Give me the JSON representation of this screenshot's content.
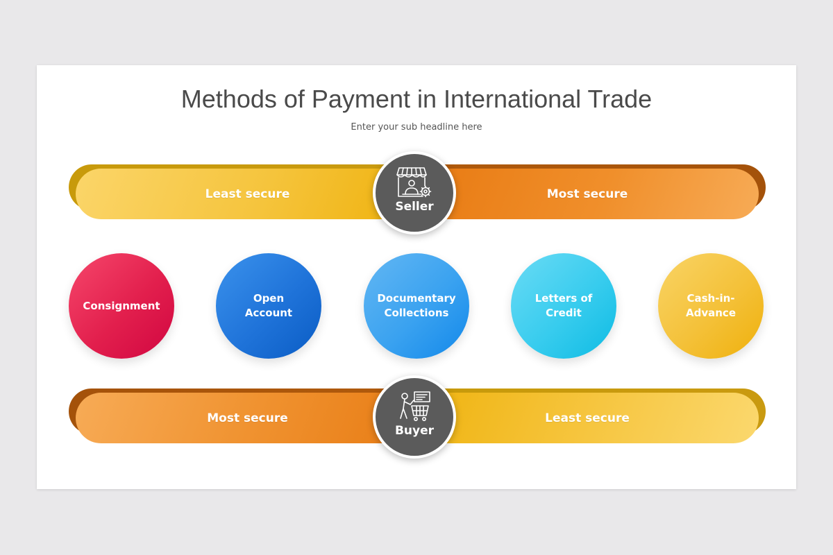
{
  "title": "Methods of Payment in International Trade",
  "subtitle": "Enter your sub headline here",
  "seller_bar": {
    "left_label": "Least secure",
    "right_label": "Most secure",
    "hub_label": "Seller",
    "hub_icon": "storefront-seller-icon"
  },
  "buyer_bar": {
    "left_label": "Most secure",
    "right_label": "Least secure",
    "hub_label": "Buyer",
    "hub_icon": "shopping-cart-buyer-icon"
  },
  "methods": [
    {
      "label": "Consignment",
      "color": "#e21f4d"
    },
    {
      "label": "Open\nAccount",
      "color": "#1f73d9"
    },
    {
      "label": "Documentary\nCollections",
      "color": "#3aa2f0"
    },
    {
      "label": "Letters of\nCredit",
      "color": "#38ccee"
    },
    {
      "label": "Cash-in-\nAdvance",
      "color": "#f4c139"
    }
  ],
  "colors": {
    "yellow": "#f5c43c",
    "orange": "#f08f2b",
    "hub": "#5b5b5b",
    "title_text": "#4a4a4a"
  }
}
